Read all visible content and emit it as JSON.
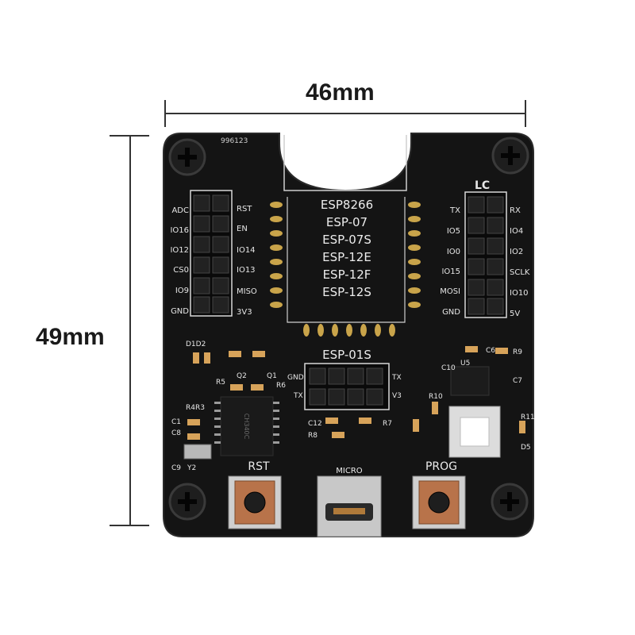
{
  "dimensions": {
    "width_label": "46mm",
    "height_label": "49mm"
  },
  "board": {
    "serial": "996123",
    "logo": "LC",
    "module_lines": [
      "ESP8266",
      "ESP-07",
      "ESP-07S",
      "ESP-12E",
      "ESP-12F",
      "ESP-12S"
    ],
    "left_outer_pins": [
      "ADC",
      "IO16",
      "IO12",
      "CS0",
      "IO9",
      "GND"
    ],
    "left_inner_pins": [
      "RST",
      "EN",
      "IO14",
      "IO13",
      "MISO",
      "3V3"
    ],
    "right_inner_pins": [
      "TX",
      "IO5",
      "IO0",
      "IO15",
      "MOSI",
      "GND"
    ],
    "right_outer_pins": [
      "RX",
      "IO4",
      "IO2",
      "SCLK",
      "IO10",
      "5V"
    ],
    "esp01s_label": "ESP-01S",
    "esp01s_pins": {
      "gnd": "GND",
      "tx_left": "TX",
      "tx_right": "TX",
      "v3": "V3"
    },
    "buttons": {
      "rst": "RST",
      "prog": "PROG",
      "usb": "MICRO"
    },
    "components": {
      "d1d2": "D1D2",
      "q2": "Q2",
      "q1": "Q1",
      "r5": "R5",
      "r6": "R6",
      "r4r3": "R4R3",
      "c1": "C1",
      "c8": "C8",
      "c9": "C9",
      "y2": "Y2",
      "c12": "C12",
      "r8": "R8",
      "r7": "R7",
      "r10": "R10",
      "c10": "C10",
      "u5": "U5",
      "c6": "C6",
      "r9": "R9",
      "c7": "C7",
      "r11": "R11",
      "d5": "D5",
      "ch_chip": "CH340C"
    }
  },
  "colors": {
    "pcb": "#141414",
    "silk": "#e6e6e6",
    "gold": "#c9a44a",
    "header": "#0c0c0c"
  }
}
